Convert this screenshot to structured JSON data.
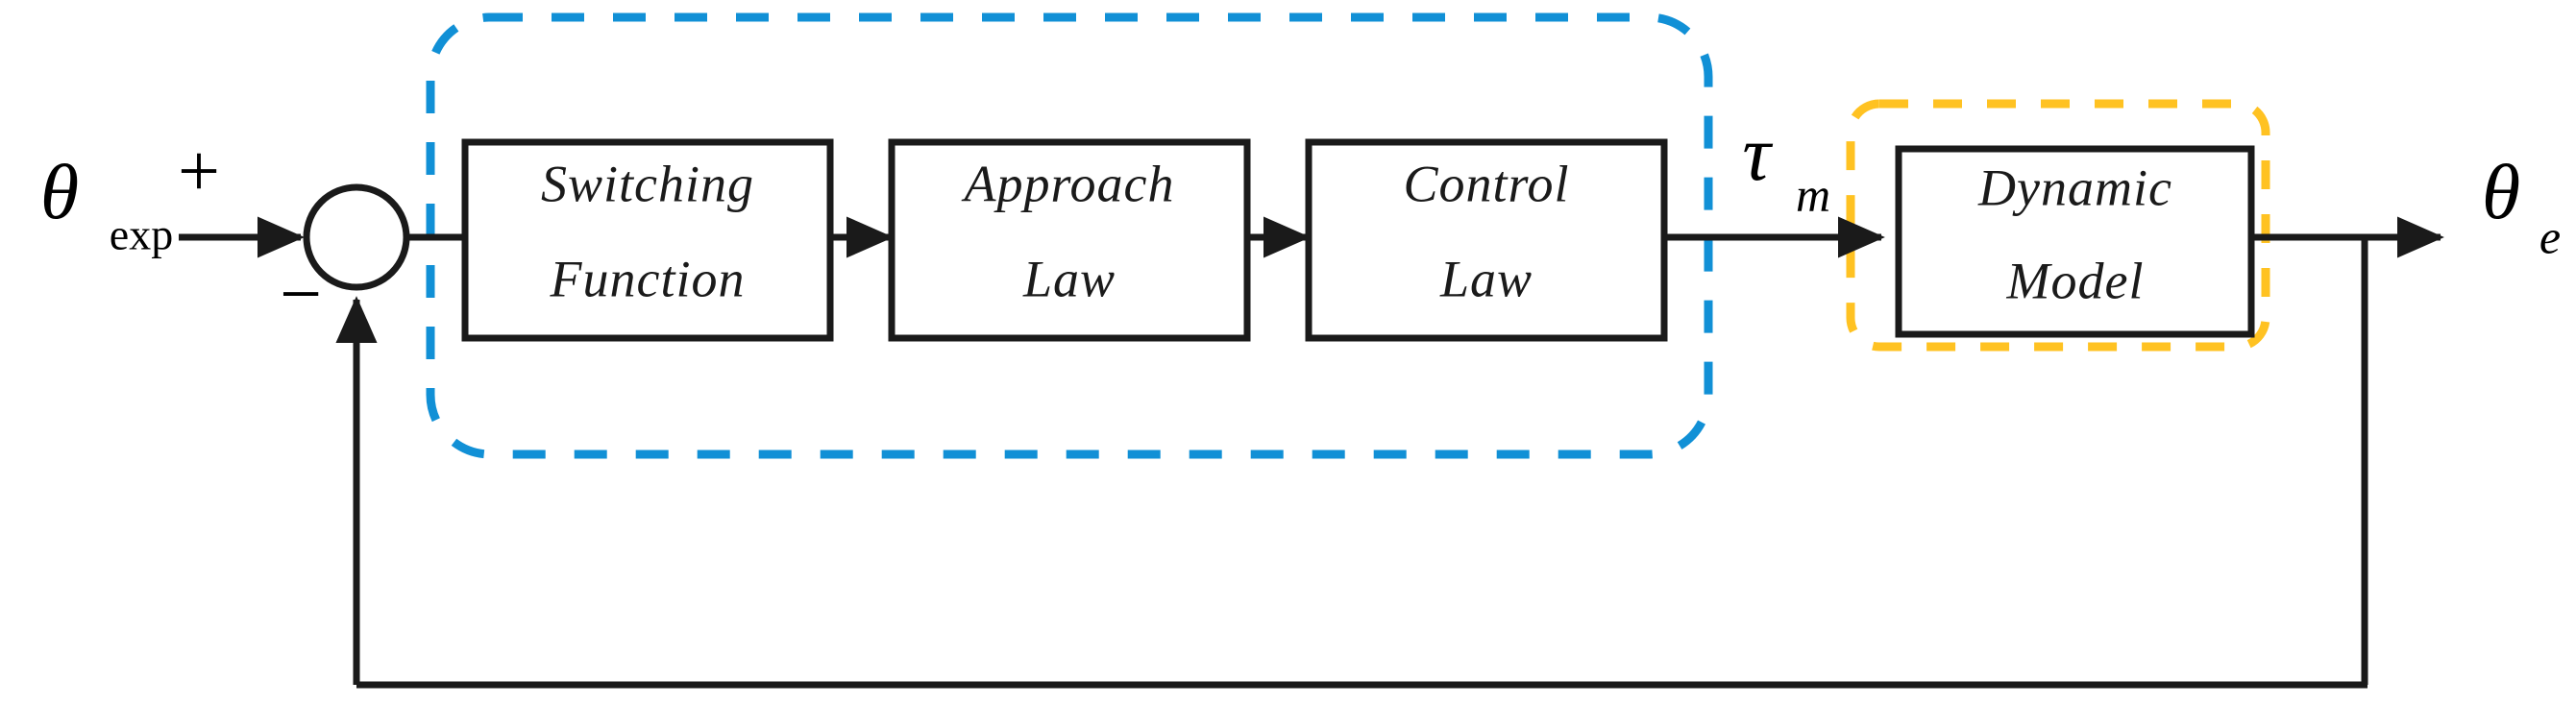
{
  "diagram": {
    "title": "sliding-mode-control-block-diagram",
    "colors": {
      "line": "#1a1a1a",
      "block_border": "#1a1a1a",
      "block_fill": "#ffffff",
      "controller_group": "#1190d6",
      "plant_group": "#ffc222",
      "background": "#ffffff"
    },
    "signals": {
      "input": {
        "symbol": "θ",
        "subscript": "exp",
        "subscript_style": "upright"
      },
      "torque": {
        "symbol": "τ",
        "subscript": "m",
        "subscript_style": "italic"
      },
      "output": {
        "symbol": "θ",
        "subscript": "e",
        "subscript_style": "italic"
      }
    },
    "summing_junction": {
      "name": "summing-junction",
      "plus_sign": "+",
      "minus_sign": "−"
    },
    "blocks": [
      {
        "id": "switching-function",
        "line1": "Switching",
        "line2": "Function"
      },
      {
        "id": "approach-law",
        "line1": "Approach",
        "line2": "Law"
      },
      {
        "id": "control-law",
        "line1": "Control",
        "line2": "Law"
      },
      {
        "id": "dynamic-model",
        "line1": "Dynamic",
        "line2": "Model"
      }
    ],
    "groups": [
      {
        "id": "controller-group",
        "style": "dashed",
        "color": "#1190d6"
      },
      {
        "id": "plant-group",
        "style": "dashed",
        "color": "#ffc222"
      }
    ]
  }
}
